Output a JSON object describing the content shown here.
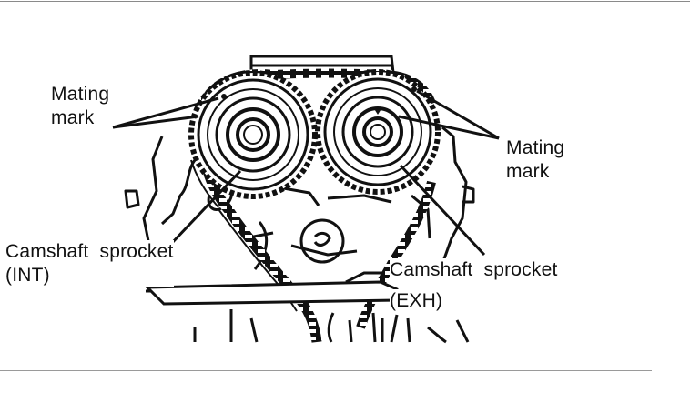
{
  "labels": {
    "mating_mark_left": [
      "Mating",
      "mark"
    ],
    "mating_mark_right": [
      "Mating",
      "mark"
    ],
    "sprocket_int": [
      "Camshaft  sprocket",
      "(INT)"
    ],
    "sprocket_exh": [
      "Camshaft  sprocket",
      "(EXH)"
    ]
  },
  "colors": {
    "ink": "#111111",
    "rule": "#8a8a8a",
    "background": "#ffffff"
  }
}
